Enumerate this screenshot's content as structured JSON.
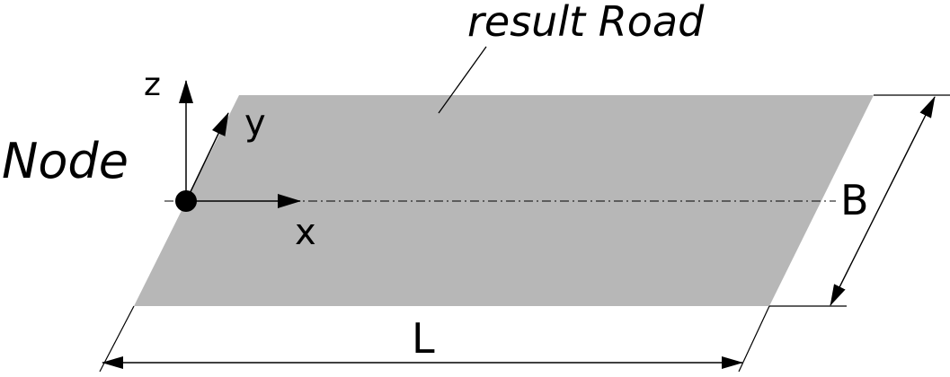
{
  "diagram": {
    "title_label": "result Road",
    "node_label": "Node",
    "axis_labels": {
      "x": "x",
      "y": "y",
      "z": "z"
    },
    "dimensions": {
      "length": "L",
      "width": "B"
    },
    "colors": {
      "road_fill": "#b7b7b7",
      "line": "#000000",
      "background": "#ffffff"
    }
  }
}
